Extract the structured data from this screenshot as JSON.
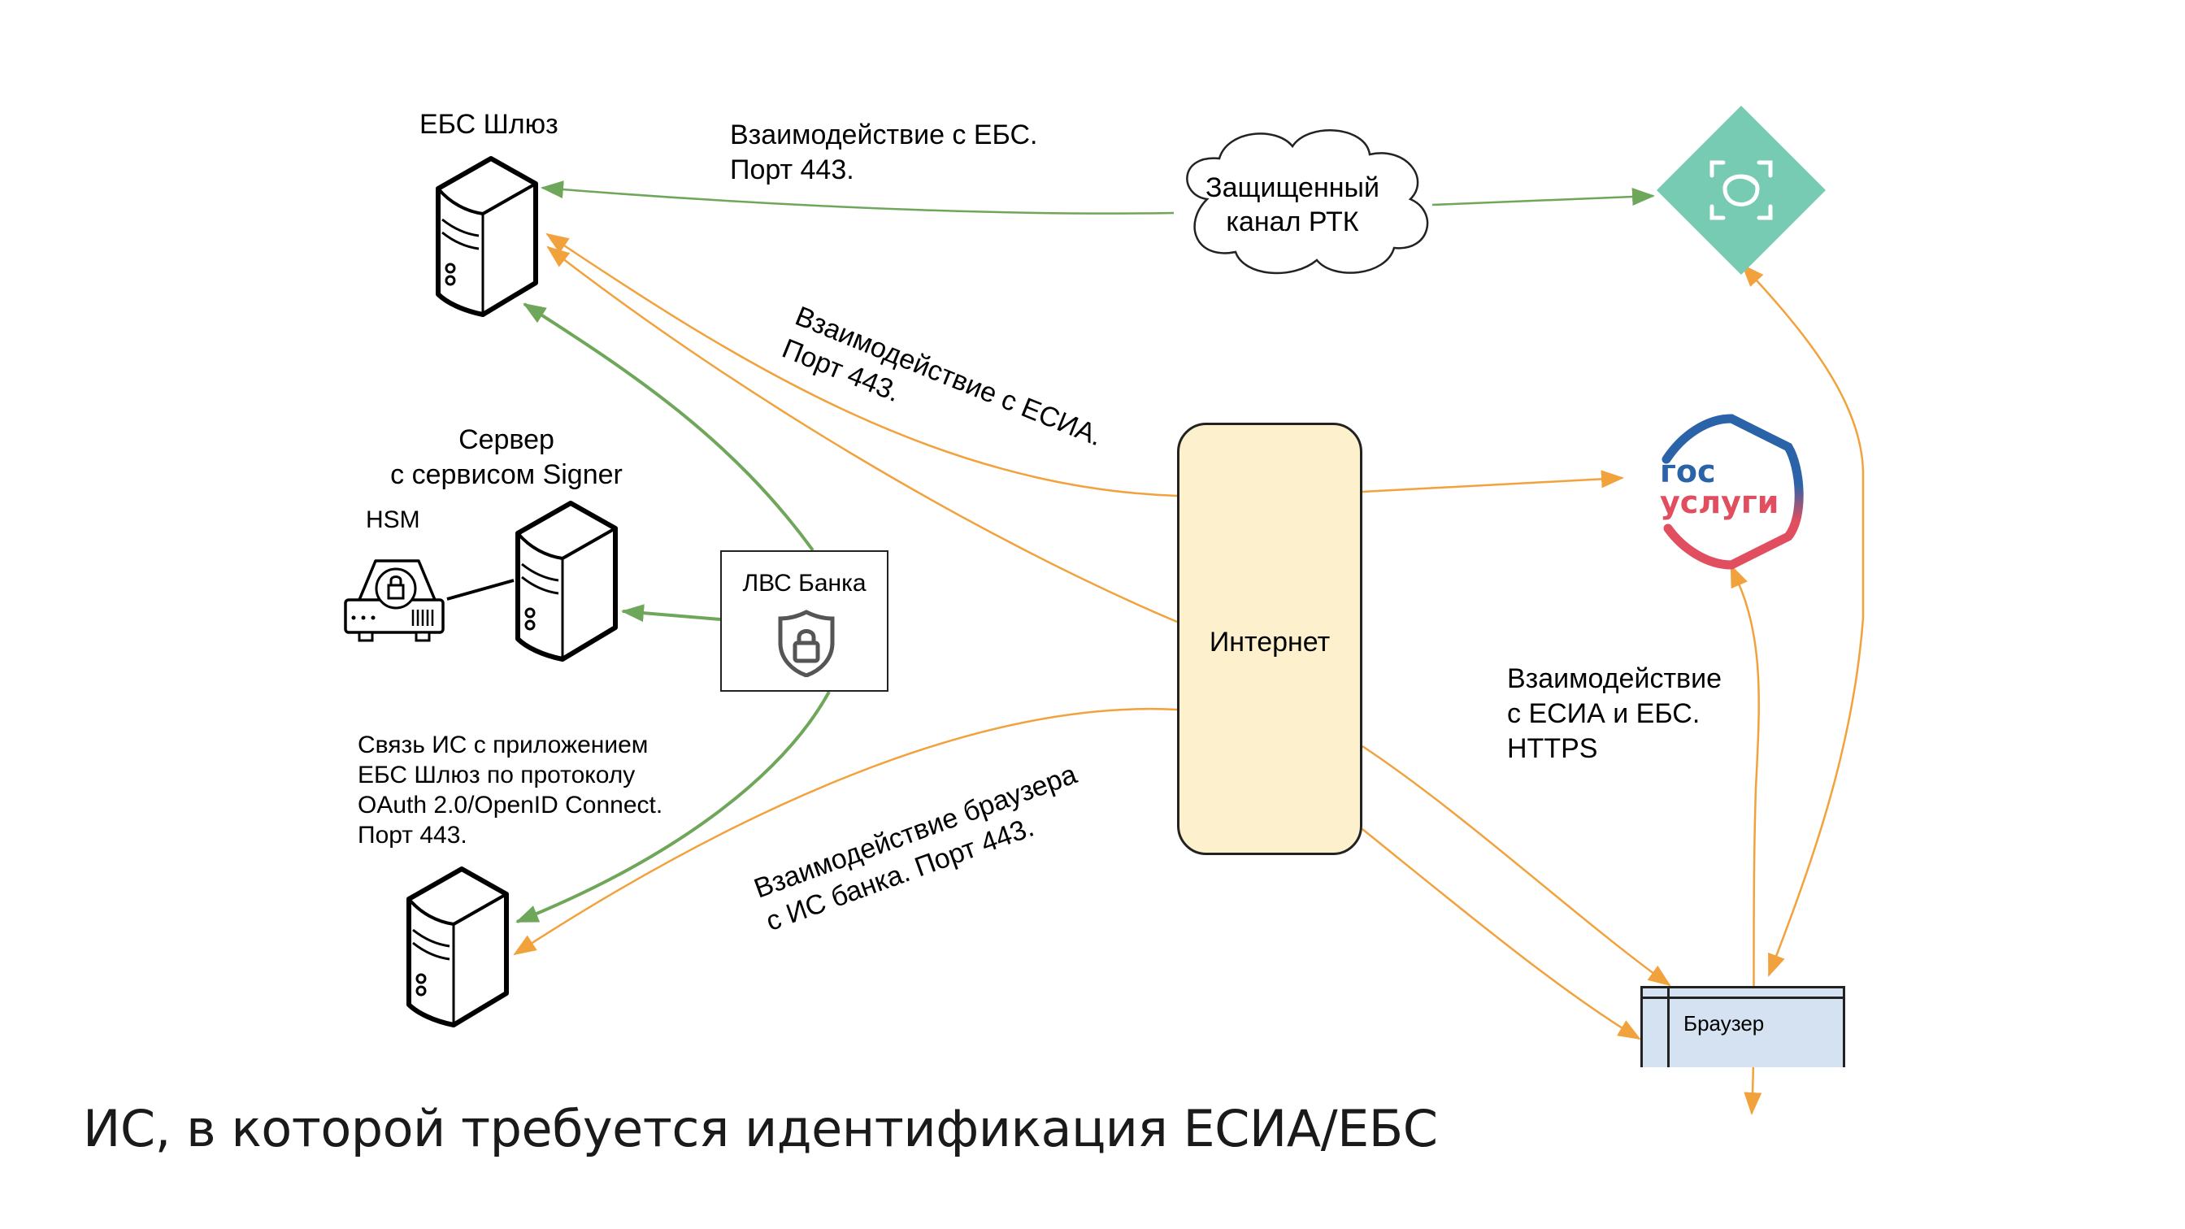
{
  "title": "ИС, в которой требуется идентификация ЕСИА/ЕБС",
  "nodes": {
    "ebs_gateway": {
      "label": "ЕБС Шлюз",
      "icon": "server-icon"
    },
    "signer_server": {
      "label": "Сервер\nс сервисом Signer",
      "icon": "server-icon"
    },
    "hsm": {
      "label": "HSM",
      "icon": "hsm-device-icon"
    },
    "bank_lan": {
      "label": "ЛВС Банка",
      "icon": "shield-lock-icon"
    },
    "is_server": {
      "icon": "server-icon"
    },
    "internet": {
      "label": "Интернет"
    },
    "secure_channel": {
      "label": "Защищенный\nканал РТК",
      "icon": "cloud-icon"
    },
    "ebs": {
      "icon": "face-scan-icon",
      "color": "#76cbb2"
    },
    "gosuslugi": {
      "line1": "гос",
      "line2": "услуги",
      "blue": "#2b63a8",
      "red": "#e04e60"
    },
    "browser": {
      "label": "Браузер"
    }
  },
  "edge_labels": {
    "ebs_interaction": "Взаимодействие с ЕБС.\nПорт 443.",
    "esia_interaction": "Взаимодействие с ЕСИА.\nПорт 443.",
    "oauth_link": "Связь ИС с приложением\nЕБС Шлюз по протоколу\nOAuth 2.0/OpenID Connect.\nПорт 443.",
    "browser_interaction": "Взаимодействие браузера\nс ИС банка. Порт 443.",
    "https_interaction": "Взаимодействие\nс ЕСИА и ЕБС.\nHTTPS"
  },
  "colors": {
    "green_edge": "#6fa75a",
    "orange_edge": "#f2a23c",
    "internet_fill": "#fdf0cc",
    "browser_fill": "#d4e2f1"
  }
}
